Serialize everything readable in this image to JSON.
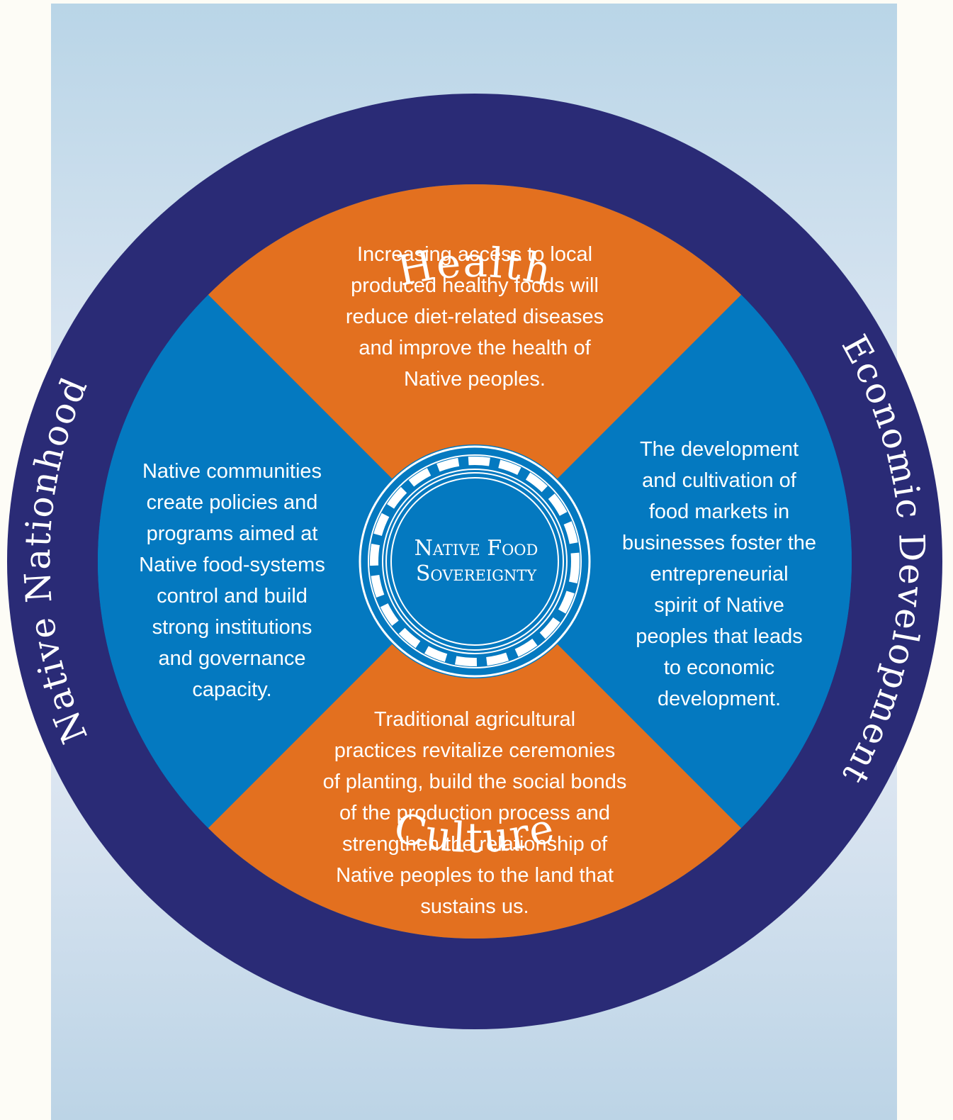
{
  "colors": {
    "ring": "#2a2b76",
    "orange": "#e3701f",
    "blue": "#0479c0",
    "text": "#ffffff"
  },
  "ring_labels": {
    "top": "Health",
    "right": "Economic Development",
    "bottom": "Culture",
    "left": "Native Nationhood"
  },
  "center": {
    "line1": "Native Food",
    "line2": "Sovereignty"
  },
  "quadrants": {
    "health": [
      "Increasing access to local",
      "produced healthy foods will",
      "reduce diet-related diseases",
      "and improve the health of",
      "Native peoples."
    ],
    "economic": [
      "The development",
      "and cultivation of",
      "food markets in",
      "businesses foster the",
      "entrepreneurial",
      "spirit of Native",
      "peoples that leads",
      "to economic",
      "development."
    ],
    "culture": [
      "Traditional agricultural",
      "practices revitalize ceremonies",
      "of planting, build the social bonds",
      "of the production process and",
      "strengthen the relationship of",
      "Native peoples to the land that",
      "sustains us."
    ],
    "nationhood": [
      "Native communities",
      "create policies and",
      "programs aimed at",
      "Native food-systems",
      "control and build",
      "strong institutions",
      "and governance",
      "capacity."
    ]
  }
}
